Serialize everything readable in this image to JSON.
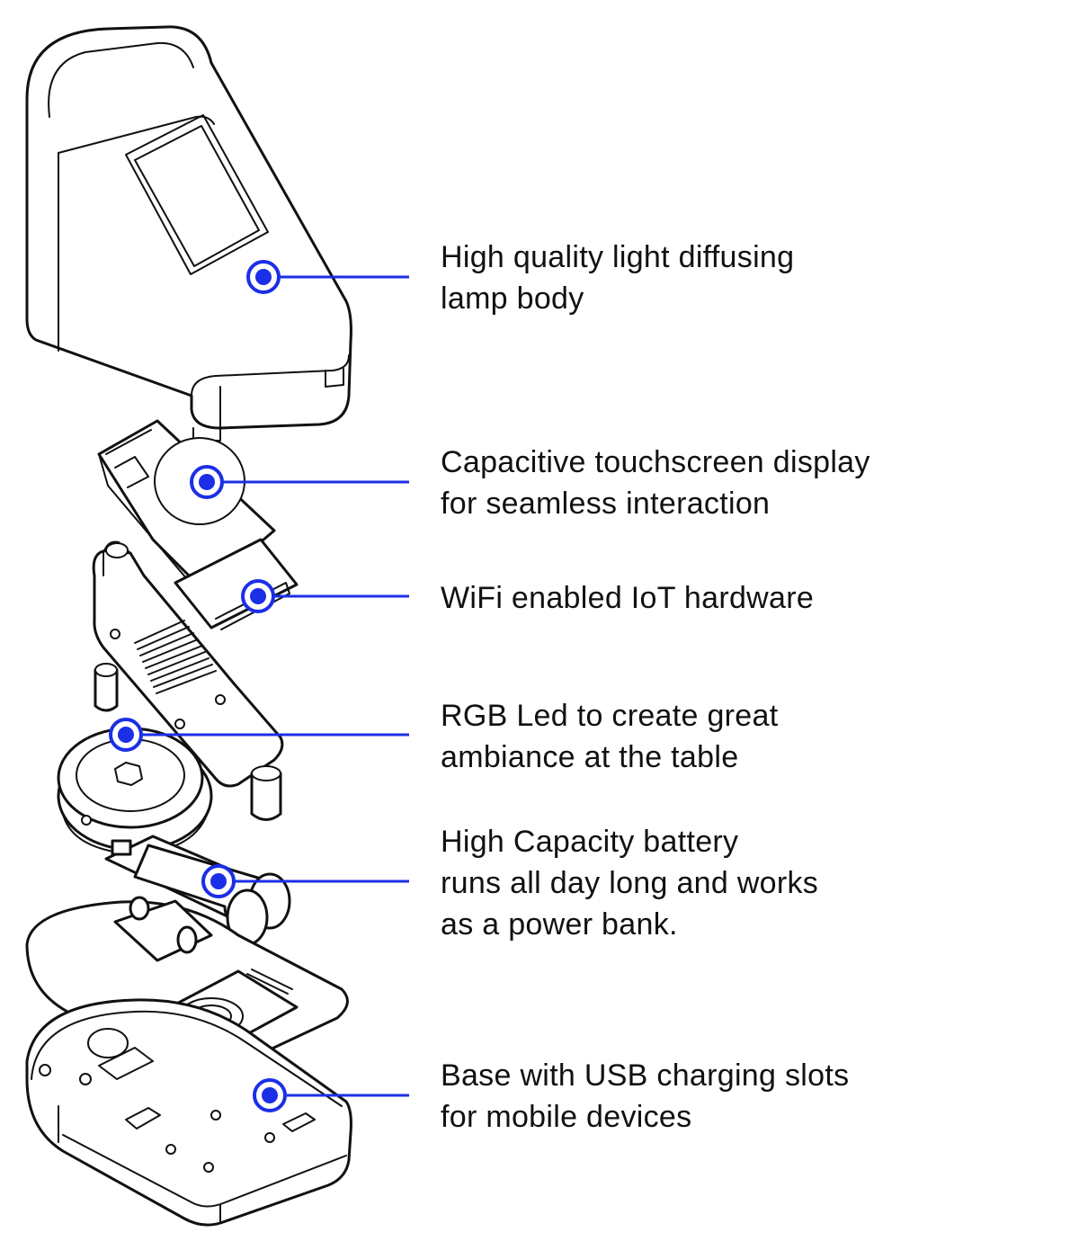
{
  "accent_color": "#1b2fe6",
  "callouts": [
    {
      "id": "lamp-body",
      "text": "High quality light diffusing\nlamp body"
    },
    {
      "id": "touchscreen",
      "text": "Capacitive touchscreen display\nfor seamless interaction"
    },
    {
      "id": "iot-hardware",
      "text": "WiFi enabled IoT hardware"
    },
    {
      "id": "rgb-led",
      "text": "RGB Led to create great\nambiance at the table"
    },
    {
      "id": "battery",
      "text": "High Capacity battery\nruns all day long and works\nas a power bank."
    },
    {
      "id": "base",
      "text": "Base with USB charging slots\n for mobile devices"
    }
  ]
}
